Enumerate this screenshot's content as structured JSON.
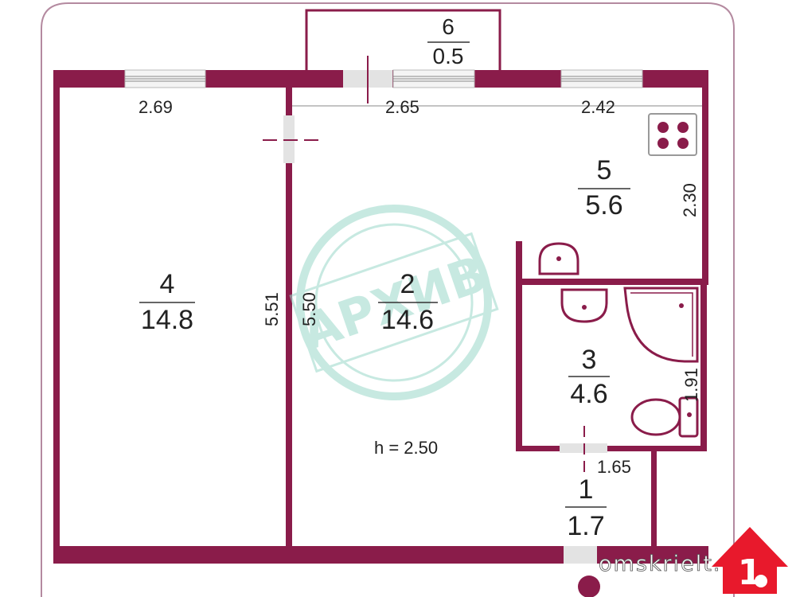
{
  "colors": {
    "wall": "#8a1c4a",
    "stamp": "#9ad8c9",
    "frame": "#8a1c4a"
  },
  "rooms": [
    {
      "id": "1",
      "area": "1.7"
    },
    {
      "id": "2",
      "area": "14.6"
    },
    {
      "id": "3",
      "area": "4.6"
    },
    {
      "id": "4",
      "area": "14.8"
    },
    {
      "id": "5",
      "area": "5.6"
    },
    {
      "id": "6",
      "area": "0.5"
    }
  ],
  "dimensions": {
    "top_left": "2.69",
    "top_middle": "2.65",
    "top_right": "2.42",
    "kitchen_height": "2.30",
    "room4_height": "5.51",
    "room2_height": "5.50",
    "bathroom_height": "1.91",
    "hall_width": "1.65"
  },
  "ceiling_height": "h = 2.50",
  "stamp_text": "АРХИВ",
  "watermark": "omskrielt.com",
  "icons": [
    "stove-icon",
    "sink-icon",
    "shower-icon",
    "toilet-icon",
    "logo-house-icon"
  ]
}
